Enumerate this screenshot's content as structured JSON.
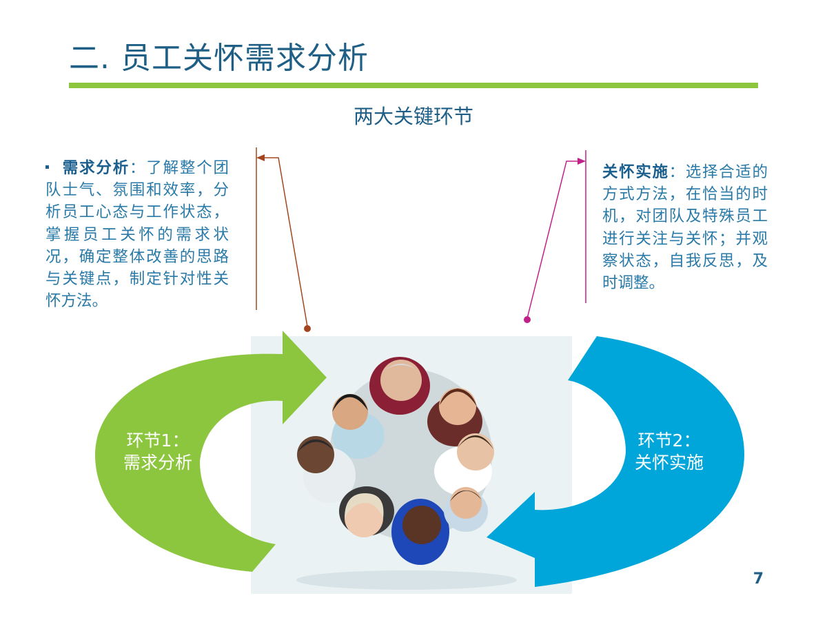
{
  "slide": {
    "title": "二. 员工关怀需求分析",
    "subtitle": "两大关键环节",
    "page_number": "7"
  },
  "left_panel": {
    "term": "需求分析",
    "text": "：了解整个团队士气、氛围和效率，分析员工心态与工作状态，掌握员工关怀的需求状况，确定整体改善的思路与关键点，制定针对性关怀方法。"
  },
  "right_panel": {
    "term": "关怀实施",
    "text": "：选择合适的方式方法，在恰当的时机，对团队及特殊员工进行关注与关怀；并观察状态，自我反思，及时调整。"
  },
  "cycle": {
    "step1": {
      "line1": "环节1：",
      "line2": "需求分析"
    },
    "step2": {
      "line1": "环节2：",
      "line2": "关怀实施"
    }
  },
  "colors": {
    "title": "#1f5f86",
    "title_rule": "#8cc63f",
    "text": "#2a7aa8",
    "green_arrow": "#8cc63f",
    "blue_arrow": "#00a6da",
    "left_connector": "#a3461f",
    "right_connector": "#c0208a"
  },
  "photo": {
    "icon": "team-photo-icon"
  }
}
